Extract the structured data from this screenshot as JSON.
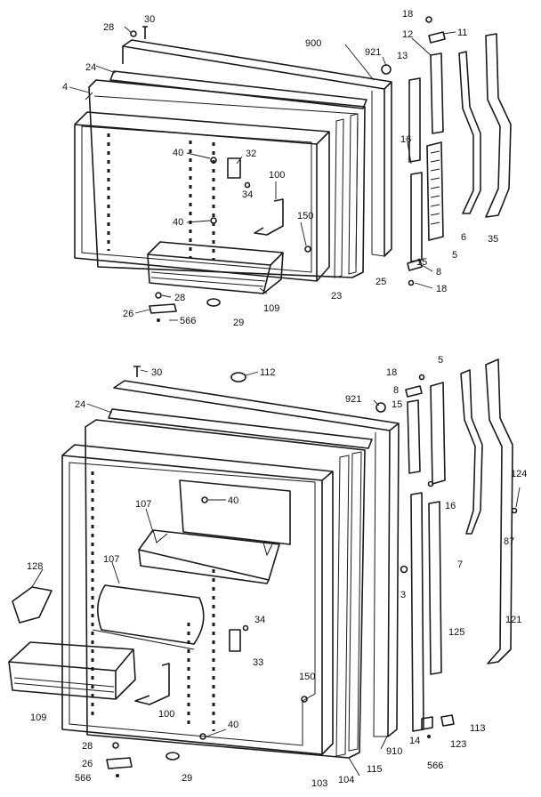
{
  "callouts": [
    {
      "id": "t28",
      "text": "28"
    },
    {
      "id": "t30",
      "text": "30"
    },
    {
      "id": "t900",
      "text": "900"
    },
    {
      "id": "t921",
      "text": "921"
    },
    {
      "id": "t18a",
      "text": "18"
    },
    {
      "id": "t12",
      "text": "12"
    },
    {
      "id": "t11",
      "text": "11"
    },
    {
      "id": "t13",
      "text": "13"
    },
    {
      "id": "t24a",
      "text": "24"
    },
    {
      "id": "t4",
      "text": "4"
    },
    {
      "id": "t40a",
      "text": "40"
    },
    {
      "id": "t32",
      "text": "32"
    },
    {
      "id": "t34a",
      "text": "34"
    },
    {
      "id": "t100a",
      "text": "100"
    },
    {
      "id": "t16a",
      "text": "16"
    },
    {
      "id": "t40b",
      "text": "40"
    },
    {
      "id": "t150a",
      "text": "150"
    },
    {
      "id": "t6",
      "text": "6"
    },
    {
      "id": "t35",
      "text": "35"
    },
    {
      "id": "t5a",
      "text": "5"
    },
    {
      "id": "t15a",
      "text": "15"
    },
    {
      "id": "t8a",
      "text": "8"
    },
    {
      "id": "t18b",
      "text": "18"
    },
    {
      "id": "t25",
      "text": "25"
    },
    {
      "id": "t23",
      "text": "23"
    },
    {
      "id": "t28b",
      "text": "28"
    },
    {
      "id": "t26a",
      "text": "26"
    },
    {
      "id": "t566a",
      "text": "566"
    },
    {
      "id": "t29a",
      "text": "29"
    },
    {
      "id": "t109a",
      "text": "109"
    },
    {
      "id": "t30b",
      "text": "30"
    },
    {
      "id": "t112",
      "text": "112"
    },
    {
      "id": "t18c",
      "text": "18"
    },
    {
      "id": "t5b",
      "text": "5"
    },
    {
      "id": "t8b",
      "text": "8"
    },
    {
      "id": "t921b",
      "text": "921"
    },
    {
      "id": "t15b",
      "text": "15"
    },
    {
      "id": "t24b",
      "text": "24"
    },
    {
      "id": "t40c",
      "text": "40"
    },
    {
      "id": "t107a",
      "text": "107"
    },
    {
      "id": "t124",
      "text": "124"
    },
    {
      "id": "t16b",
      "text": "16"
    },
    {
      "id": "t87",
      "text": "87"
    },
    {
      "id": "t7",
      "text": "7"
    },
    {
      "id": "t128",
      "text": "128"
    },
    {
      "id": "t107b",
      "text": "107"
    },
    {
      "id": "t3",
      "text": "3"
    },
    {
      "id": "t121",
      "text": "121"
    },
    {
      "id": "t125",
      "text": "125"
    },
    {
      "id": "t34b",
      "text": "34"
    },
    {
      "id": "t33",
      "text": "33"
    },
    {
      "id": "t150b",
      "text": "150"
    },
    {
      "id": "t109b",
      "text": "109"
    },
    {
      "id": "t100b",
      "text": "100"
    },
    {
      "id": "t40d",
      "text": "40"
    },
    {
      "id": "t113",
      "text": "113"
    },
    {
      "id": "t123",
      "text": "123"
    },
    {
      "id": "t910",
      "text": "910"
    },
    {
      "id": "t14",
      "text": "14"
    },
    {
      "id": "t566b",
      "text": "566"
    },
    {
      "id": "t28c",
      "text": "28"
    },
    {
      "id": "t26b",
      "text": "26"
    },
    {
      "id": "t566c",
      "text": "566"
    },
    {
      "id": "t29b",
      "text": "29"
    },
    {
      "id": "t103",
      "text": "103"
    },
    {
      "id": "t104",
      "text": "104"
    },
    {
      "id": "t115",
      "text": "115"
    }
  ]
}
